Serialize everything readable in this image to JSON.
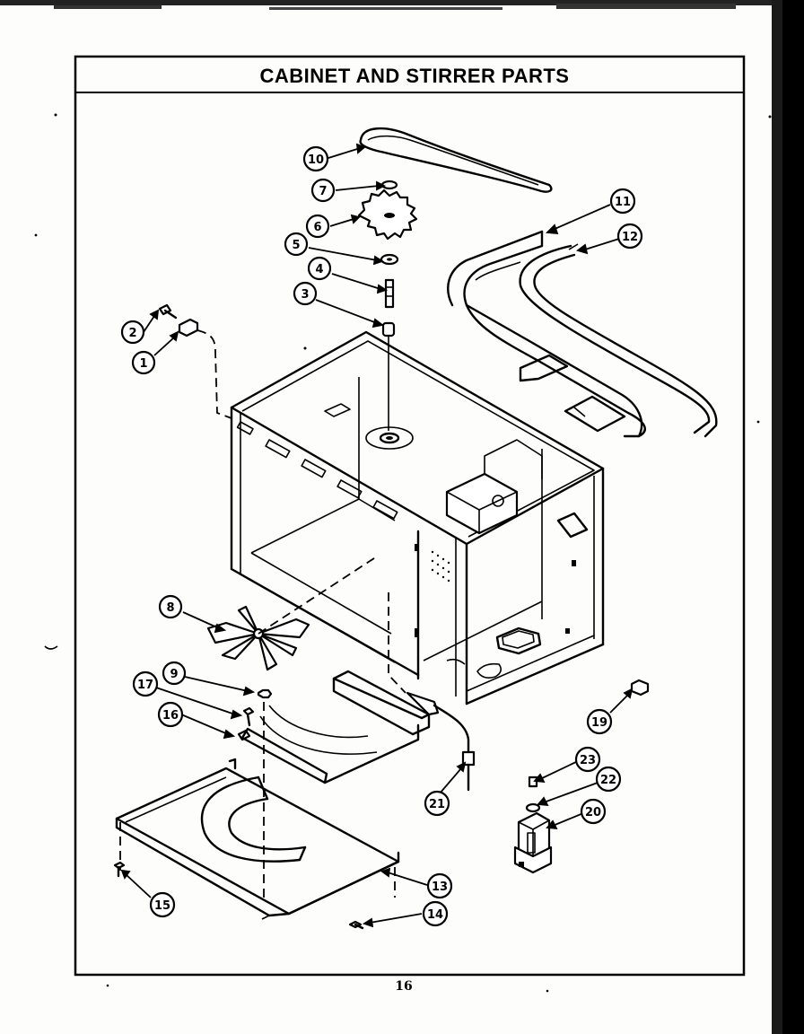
{
  "title": "CABINET AND STIRRER PARTS",
  "page_number": "16",
  "callouts": [
    {
      "id": "c1",
      "label": "1"
    },
    {
      "id": "c2",
      "label": "2"
    },
    {
      "id": "c3",
      "label": "3"
    },
    {
      "id": "c4",
      "label": "4"
    },
    {
      "id": "c5",
      "label": "5"
    },
    {
      "id": "c6",
      "label": "6"
    },
    {
      "id": "c7",
      "label": "7"
    },
    {
      "id": "c8",
      "label": "8"
    },
    {
      "id": "c9",
      "label": "9"
    },
    {
      "id": "c10",
      "label": "10"
    },
    {
      "id": "c11",
      "label": "11"
    },
    {
      "id": "c12",
      "label": "12"
    },
    {
      "id": "c13",
      "label": "13"
    },
    {
      "id": "c14",
      "label": "14"
    },
    {
      "id": "c15",
      "label": "15"
    },
    {
      "id": "c16",
      "label": "16"
    },
    {
      "id": "c17",
      "label": "17"
    },
    {
      "id": "c19",
      "label": "19"
    },
    {
      "id": "c20",
      "label": "20"
    },
    {
      "id": "c21",
      "label": "21"
    },
    {
      "id": "c22",
      "label": "22"
    },
    {
      "id": "c23",
      "label": "23"
    }
  ]
}
